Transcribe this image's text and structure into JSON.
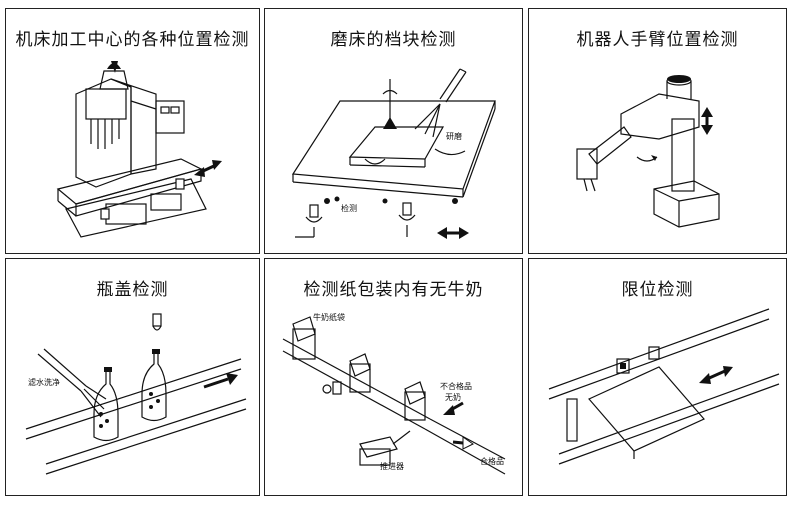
{
  "panels": {
    "machine_tool": {
      "title": "机床加工中心的各种位置检测"
    },
    "grinder": {
      "title": "磨床的档块检测",
      "label_grind": "研磨",
      "label_detect": "检测"
    },
    "robot_arm": {
      "title": "机器人手臂位置检测"
    },
    "bottle_cap": {
      "title": "瓶盖检测",
      "label_wash": "滤水洗净"
    },
    "milk": {
      "title": "检测纸包装内有无牛奶",
      "label_carton": "牛奶纸袋",
      "label_reject": "不合格品",
      "label_nomilk": "无奶",
      "label_pusher": "推进器",
      "label_ok": "合格品"
    },
    "limit": {
      "title": "限位检测"
    }
  }
}
